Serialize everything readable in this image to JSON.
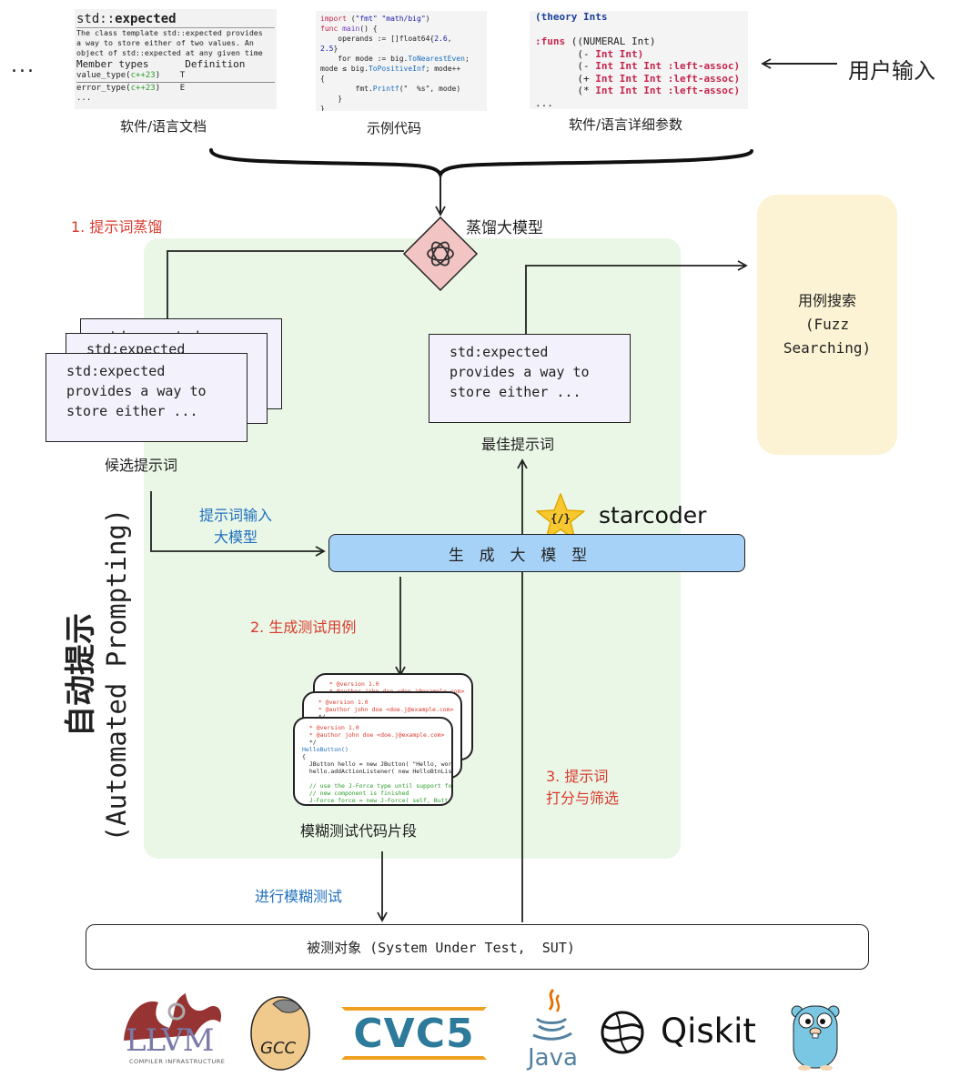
{
  "inputs": {
    "ellipsis": "...",
    "doc": {
      "title_prefix": "std::",
      "title_bold": "expected",
      "lines": [
        "The class template std::expected provides",
        "a way to store either of two values. An",
        "object of std::expected at any given time"
      ],
      "table_header": "Member types      Definition",
      "rows": [
        {
          "name": "value_type(",
          "tag": "c++23",
          "def": ")    T"
        },
        {
          "name": "error_type(",
          "tag": "c++23",
          "def": ")    E"
        }
      ],
      "more": "...",
      "caption": "软件/语言文档"
    },
    "example": {
      "caption": "示例代码"
    },
    "params": {
      "lines": [
        "(theory Ints",
        "",
        ":funs ((NUMERAL Int)",
        "       (- Int Int)",
        "       (- Int Int Int :left-assoc)",
        "       (+ Int Int Int :left-assoc)",
        "       (* Int Int Int :left-assoc)",
        "..."
      ],
      "caption": "软件/语言详细参数"
    },
    "user_input": "用户输入"
  },
  "steps": {
    "step1": "1. 提示词蒸馏",
    "distill_model": "蒸馏大模型",
    "candidate_caption": "候选提示词",
    "best_caption": "最佳提示词",
    "prompt_text": "std:expected\nprovides a way to\nstore either ...",
    "back_card_text": "std:expected",
    "feed_llm_line1": "提示词输入",
    "feed_llm_line2": "大模型",
    "gen_model": "生  成  大  模  型",
    "starcoder": "starcoder",
    "starcoder_badge": "{/}",
    "step2": "2. 生成测试用例",
    "snippets_caption": "模糊测试代码片段",
    "step3_line1": "3. 提示词",
    "step3_line2": "打分与筛选",
    "fuzz_run": "进行模糊测试",
    "sut": "被测对象 (System Under Test,  SUT)",
    "fuzz_search_line1": "用例搜索",
    "fuzz_search_line2": "(Fuzz",
    "fuzz_search_line3": "Searching)",
    "side_title_line1": "自动提示",
    "side_title_line2": "(Automated Prompting)"
  },
  "logos": {
    "llvm": "LLVM",
    "llvm_sub": "COMPILER INFRASTRUCTURE",
    "gcc": "GCC",
    "cvc5": "CVC5",
    "java": "Java",
    "qiskit": "Qiskit",
    "icons": [
      "llvm-dragon-icon",
      "gcc-gnu-icon",
      "java-cup-icon",
      "qiskit-atom-icon",
      "go-gopher-icon",
      "openai-icon",
      "star-icon"
    ]
  },
  "colors": {
    "green_panel": "#eaf7e6",
    "fuzz_panel": "#fbf3d4",
    "gen_bar": "#a7d2f7",
    "openai_diamond": "#f3c4c4",
    "red_label": "#d93a2e",
    "blue_label": "#1f6fc0"
  }
}
